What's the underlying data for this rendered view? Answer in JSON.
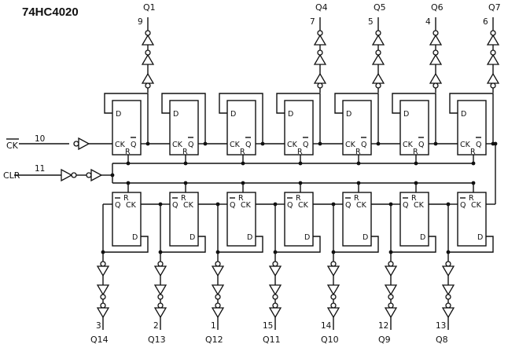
{
  "title": "74HC4020",
  "inputs": {
    "clock": {
      "label": "CK",
      "overbar": true,
      "pin": "10"
    },
    "clear": {
      "label": "CLR",
      "overbar": false,
      "pin": "11"
    }
  },
  "flipflop_labels": {
    "d": "D",
    "ck": "CK",
    "qbar": "Q",
    "r": "R"
  },
  "top_outputs": [
    {
      "stage": 1,
      "name": "Q1",
      "pin": "9",
      "has_output": true
    },
    {
      "stage": 2,
      "name": "",
      "pin": "",
      "has_output": false
    },
    {
      "stage": 3,
      "name": "",
      "pin": "",
      "has_output": false
    },
    {
      "stage": 4,
      "name": "Q4",
      "pin": "7",
      "has_output": true
    },
    {
      "stage": 5,
      "name": "Q5",
      "pin": "5",
      "has_output": true
    },
    {
      "stage": 6,
      "name": "Q6",
      "pin": "4",
      "has_output": true
    },
    {
      "stage": 7,
      "name": "Q7",
      "pin": "6",
      "has_output": true
    }
  ],
  "bottom_outputs": [
    {
      "stage": 14,
      "name": "Q14",
      "pin": "3"
    },
    {
      "stage": 13,
      "name": "Q13",
      "pin": "2"
    },
    {
      "stage": 12,
      "name": "Q12",
      "pin": "1"
    },
    {
      "stage": 11,
      "name": "Q11",
      "pin": "15"
    },
    {
      "stage": 10,
      "name": "Q10",
      "pin": "14"
    },
    {
      "stage": 9,
      "name": "Q9",
      "pin": "12"
    },
    {
      "stage": 8,
      "name": "Q8",
      "pin": "13"
    }
  ]
}
